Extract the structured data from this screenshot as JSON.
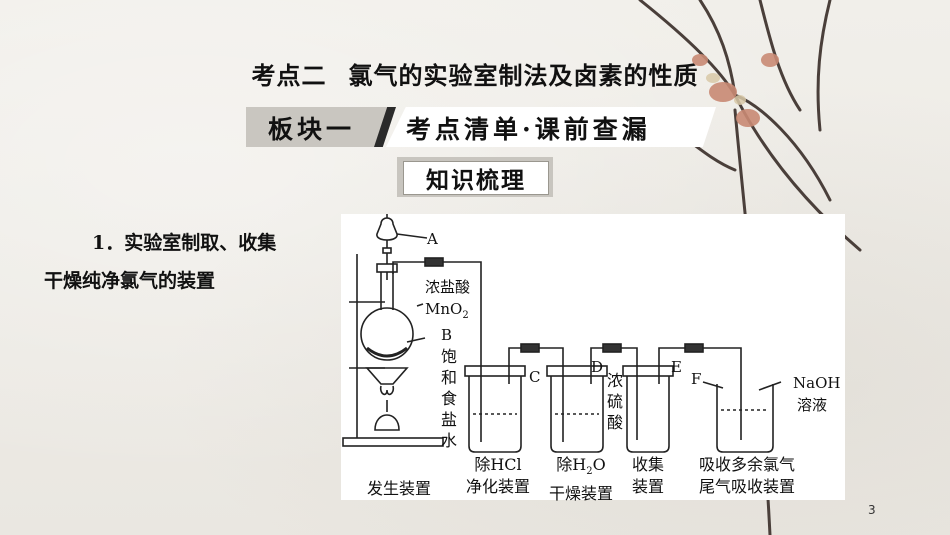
{
  "heading": {
    "point": "考点二",
    "topic": "氯气的实验室制法及卤素的性质"
  },
  "banner": {
    "left": "板块一",
    "right": "考点清单·课前查漏"
  },
  "section": "知识梳理",
  "item": {
    "line1": "1．实验室制取、收集",
    "line2": "干燥纯净氯气的装置"
  },
  "diagram": {
    "letters": {
      "a": "A",
      "b": "B",
      "c": "C",
      "d": "D",
      "e": "E",
      "f": "F"
    },
    "labels": {
      "hcl": "浓盐酸",
      "mno2": "MnO",
      "mno2_sub": "2",
      "saturated_brine": "饱和食盐水",
      "conc_sulfuric": "浓硫酸",
      "naoh": "NaOH",
      "solution": "溶液"
    },
    "captions": {
      "generator": "发生装置",
      "hcl_remove_1": "除HCl",
      "hcl_remove_2": "净化装置",
      "h2o_remove_pre": "除H",
      "h2o_remove_sub": "2",
      "h2o_remove_post": "O",
      "h2o_remove_2": "干燥装置",
      "collect_1": "收集",
      "collect_2": "装置",
      "absorb_1": "吸收多余氯气",
      "absorb_2": "尾气吸收装置"
    }
  },
  "page_number": "3"
}
